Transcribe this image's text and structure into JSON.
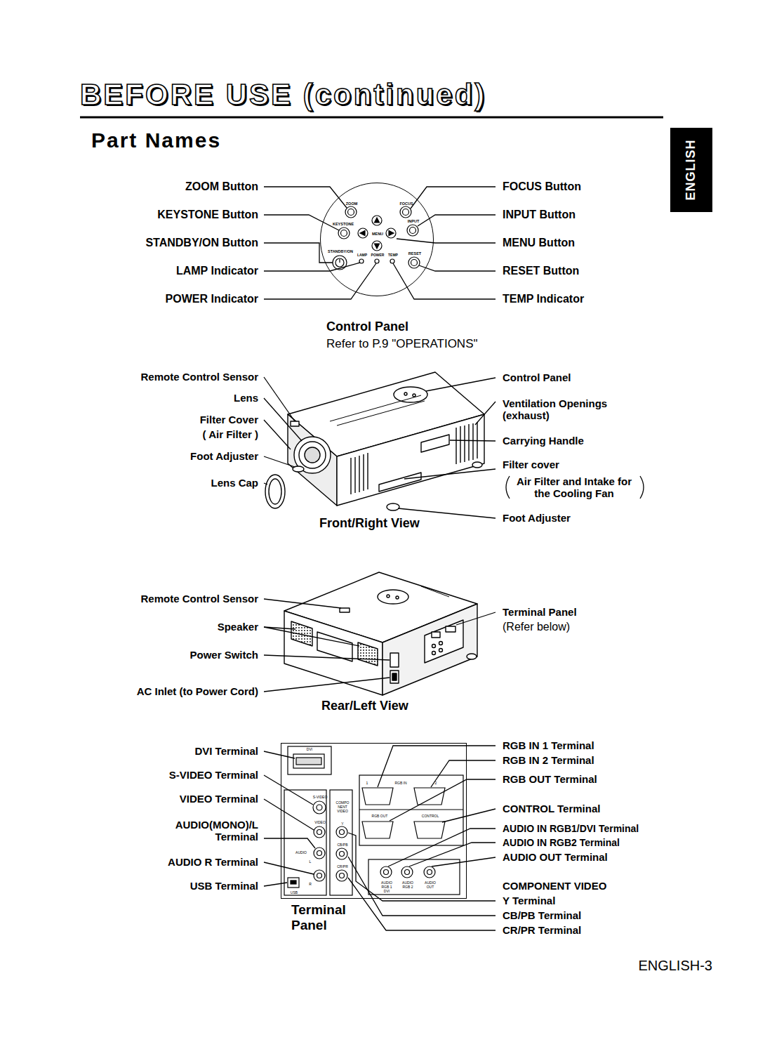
{
  "diagram": {
    "title": "BEFORE USE (continued)",
    "nodes": [
      {
        "text": [
          "ENGLISH"
        ]
      },
      {
        "text": [
          "ZOOM",
          "FOCUS",
          "KEYSTONE",
          "INPUT",
          "MENU",
          "STANDBY/ON",
          "LAMP",
          "POWER",
          "TEMP",
          "RESET"
        ]
      },
      {
        "text": [
          "DVI",
          "S-VIDEO",
          "COMPO NENT VIDEO",
          "1",
          "RGB IN",
          "2",
          "VIDEO",
          "Y",
          "RGB OUT",
          "CONTROL",
          "AUDIO",
          "L",
          "CB/PB",
          "USB",
          "R",
          "CR/PR",
          "AUDIO",
          "RGB 1",
          "DVI",
          "AUDIO",
          "RGB 2",
          "AUDIO",
          "OUT"
        ]
      }
    ],
    "labels": [
      "Part Names",
      "ZOOM Button",
      "KEYSTONE Button",
      "STANDBY/ON Button",
      "LAMP Indicator",
      "POWER Indicator",
      "FOCUS Button",
      "INPUT Button",
      "MENU Button",
      "RESET Button",
      "TEMP Indicator",
      "Control Panel",
      "Refer to P.9 \"OPERATIONS\"",
      "Remote Control Sensor",
      "Lens",
      "Filter Cover",
      "( Air Filter )",
      "Foot Adjuster",
      "Lens Cap",
      "Control Panel",
      "Ventilation Openings (exhaust)",
      "Carrying Handle",
      "Filter cover",
      "Air Filter and Intake for the Cooling Fan",
      "Foot Adjuster",
      "Front/Right View",
      "Remote Control Sensor",
      "Speaker",
      "Power Switch",
      "AC Inlet (to Power Cord)",
      "Terminal Panel",
      "(Refer below)",
      "Rear/Left View",
      "DVI Terminal",
      "S-VIDEO Terminal",
      "VIDEO Terminal",
      "AUDIO(MONO)/L Terminal",
      "AUDIO R Terminal",
      "USB Terminal",
      "RGB IN 1 Terminal",
      "RGB IN 2 Terminal",
      "RGB OUT Terminal",
      "CONTROL Terminal",
      "AUDIO IN RGB1/DVI Terminal",
      "AUDIO IN RGB2 Terminal",
      "AUDIO OUT Terminal",
      "COMPONENT VIDEO",
      "Y Terminal",
      "CB/PB Terminal",
      "CR/PR Terminal",
      "Terminal Panel",
      "ENGLISH-3"
    ]
  }
}
